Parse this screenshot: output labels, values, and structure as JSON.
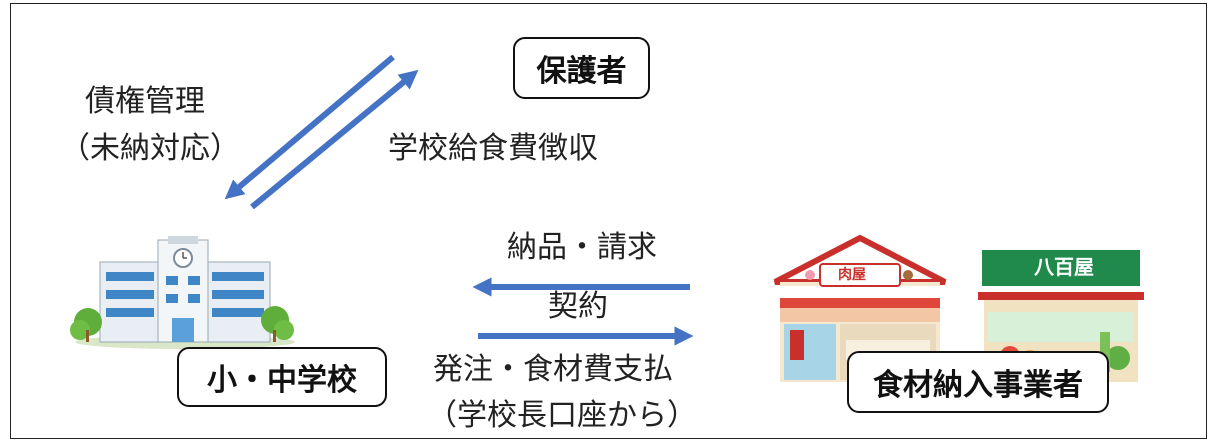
{
  "nodes": {
    "guardian": "保護者",
    "school": "小・中学校",
    "supplier": "食材納入事業者"
  },
  "labels": {
    "debt_line1": "債権管理",
    "debt_line2": "（未納対応）",
    "fee_collection": "学校給食費徴収",
    "delivery_invoice": "納品・請求",
    "contract": "契約",
    "order_payment": "発注・食材費支払",
    "from_account": "（学校長口座から）"
  },
  "shop_signs": {
    "butcher": "肉屋",
    "greengrocer": "八百屋"
  },
  "colors": {
    "arrow": "#4472C4",
    "border": "#111111"
  }
}
